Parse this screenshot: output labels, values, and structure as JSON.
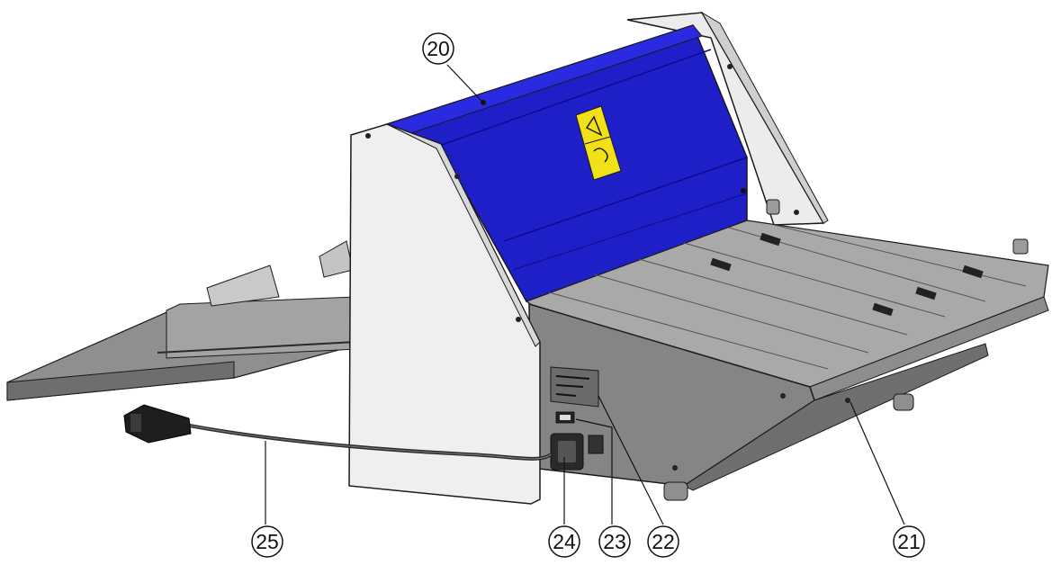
{
  "callouts": [
    {
      "id": "c20",
      "label": "20"
    },
    {
      "id": "c21",
      "label": "21"
    },
    {
      "id": "c22",
      "label": "22"
    },
    {
      "id": "c23",
      "label": "23"
    },
    {
      "id": "c24",
      "label": "24"
    },
    {
      "id": "c25",
      "label": "25"
    }
  ],
  "colors": {
    "cover_blue": "#1f1fc8",
    "panel_white": "#f0f0f0",
    "body_gray": "#8a8a8a",
    "tray_gray": "#9a9a9a",
    "warning_yellow": "#f2e018",
    "outline": "#1a1a1a"
  },
  "icons": [
    "warning-label-icon",
    "power-plug-icon",
    "power-switch-icon",
    "fuse-holder-icon",
    "rating-plate-icon"
  ]
}
